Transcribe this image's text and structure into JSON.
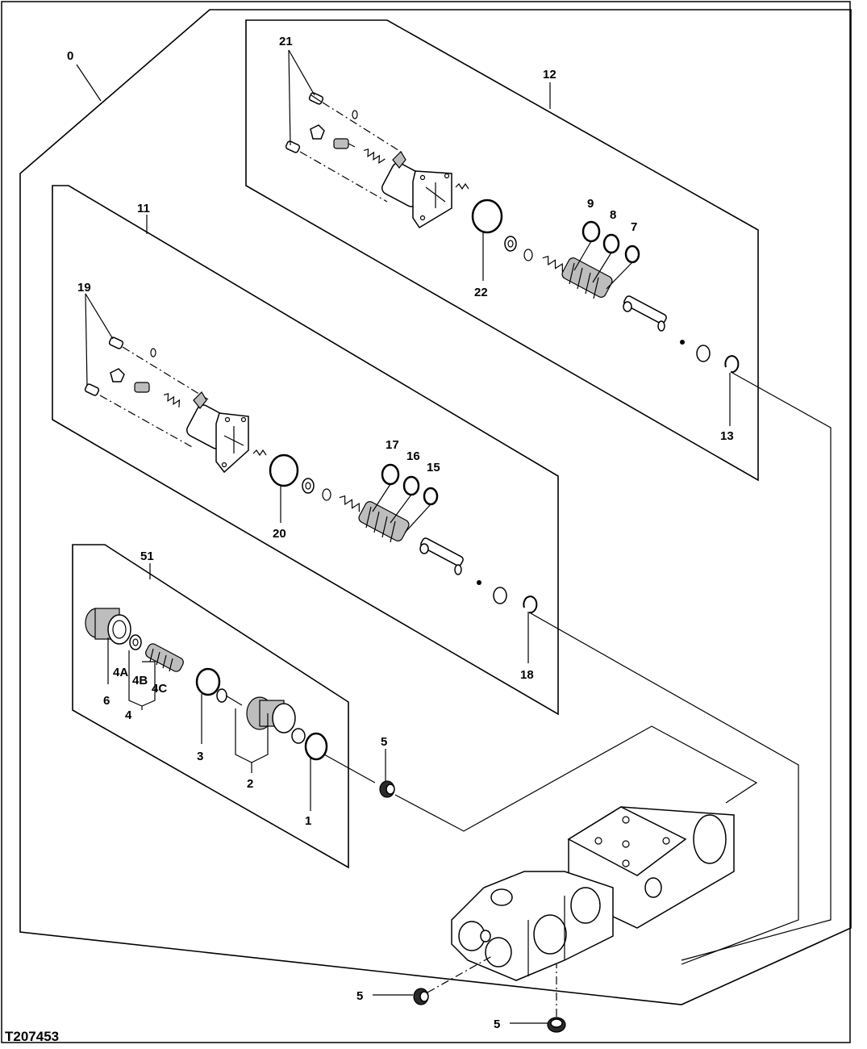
{
  "figure_id": "T207453",
  "callouts": {
    "c0": "0",
    "c1": "1",
    "c2": "2",
    "c3": "3",
    "c4": "4",
    "c4a": "4A",
    "c4b": "4B",
    "c4c": "4C",
    "c5a": "5",
    "c5b": "5",
    "c5c": "5",
    "c6": "6",
    "c7": "7",
    "c8": "8",
    "c9": "9",
    "c11": "11",
    "c12": "12",
    "c13": "13",
    "c15": "15",
    "c16": "16",
    "c17": "17",
    "c18": "18",
    "c19": "19",
    "c20": "20",
    "c21": "21",
    "c22": "22",
    "c51": "51"
  }
}
